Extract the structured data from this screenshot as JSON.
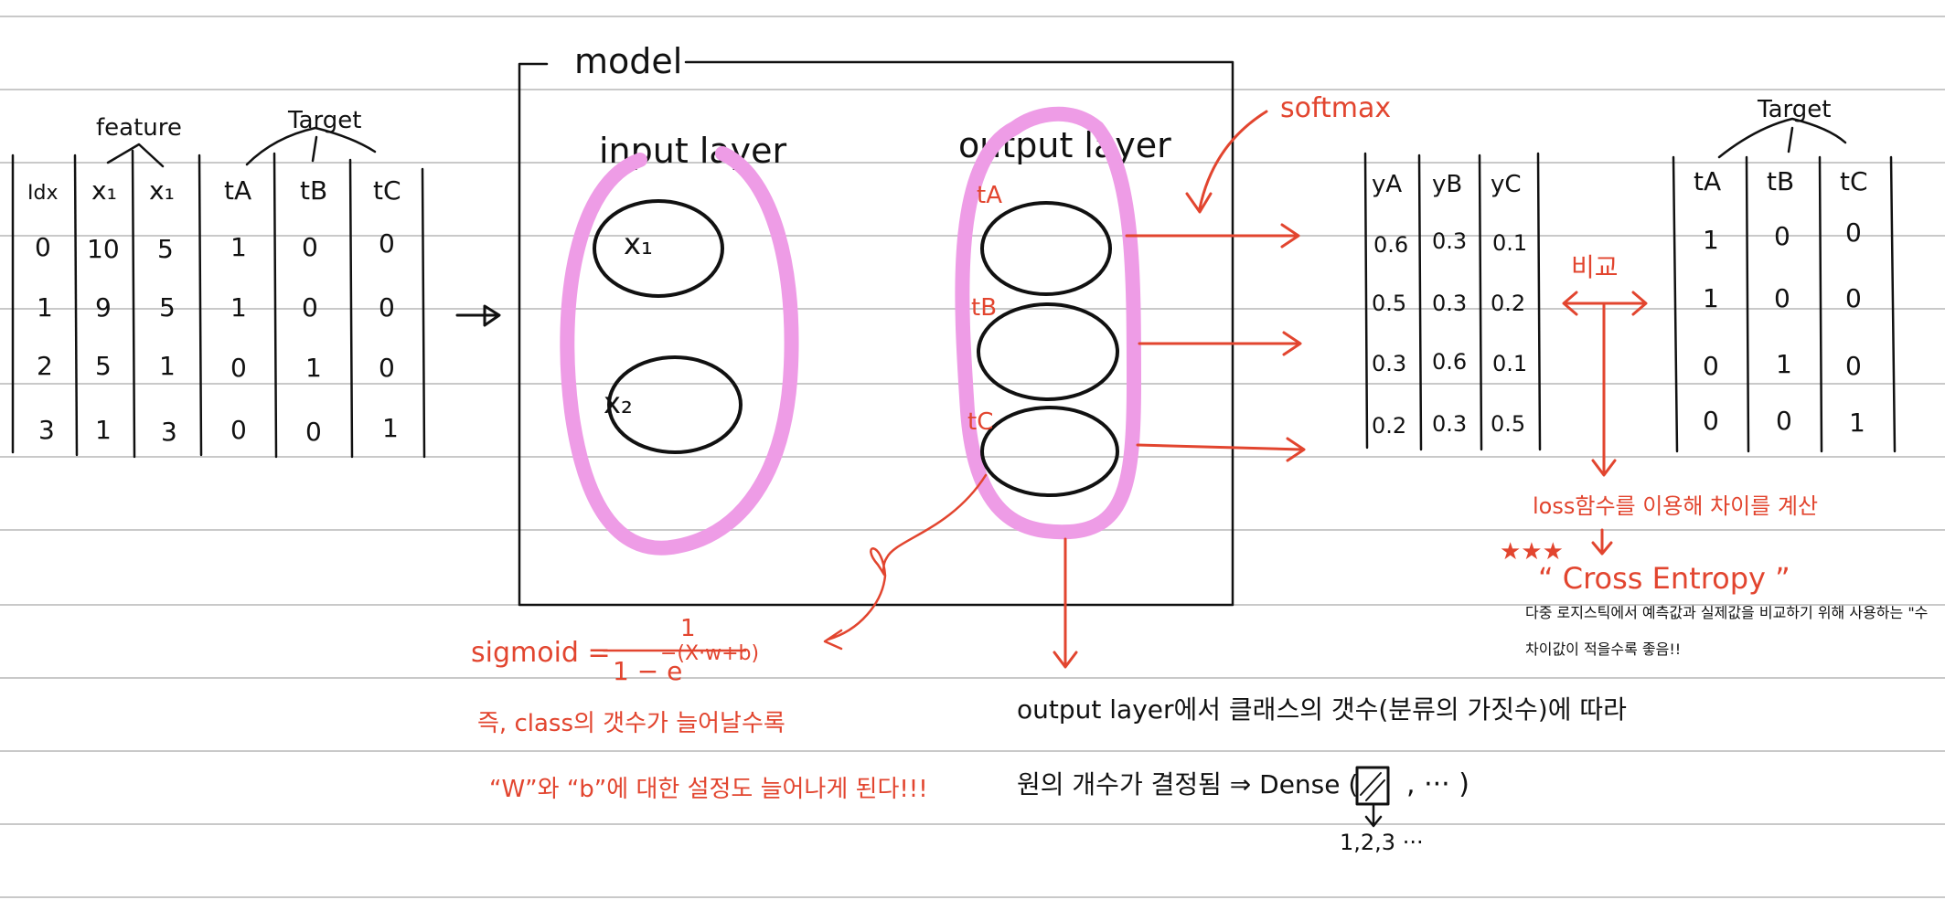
{
  "labels": {
    "feature": "feature",
    "target": "Target",
    "model": "model",
    "input_layer": "input layer",
    "output_layer": "output layer",
    "softmax": "softmax",
    "x1": "x₁",
    "x2": "x₂",
    "tA": "tA",
    "tB": "tB",
    "tC": "tC",
    "compare": "비교",
    "loss_note": "loss함수를 이용해 차이를 계산",
    "stars": "★★★",
    "cross_entropy": "“ Cross Entropy ”",
    "ce_desc_1": "다중 로지스틱에서 예측값과 실제값을 비교하기 위해 사용하는 \"수",
    "ce_desc_2": "차이값이 적을수록 좋음!!",
    "sigmoid_lhs": "sigmoid =",
    "sigmoid_num": "1",
    "sigmoid_den": "1 − e",
    "sigmoid_exp": "−(X·w+b)",
    "note_1": "즉, class의 갯수가 늘어날수록",
    "note_2": "“W”와  “b”에 대한 설정도 늘어나게 된다!!!",
    "out_note_1": "output layer에서  클래스의 갯수(분류의 가짓수)에 따라",
    "out_note_2": "원의 개수가 결정됨  ⇒  Dense (",
    "dense_tail": ", ··· )",
    "dense_values": "1,2,3 ···"
  },
  "left_table": {
    "headers": [
      "Idx",
      "x₁",
      "x₁",
      "tA",
      "tB",
      "tC"
    ],
    "rows": [
      [
        "0",
        "10",
        "5",
        "1",
        "0",
        "0"
      ],
      [
        "1",
        "9",
        "5",
        "1",
        "0",
        "0"
      ],
      [
        "2",
        "5",
        "1",
        "0",
        "1",
        "0"
      ],
      [
        "3",
        "1",
        "3",
        "0",
        "0",
        "1"
      ]
    ]
  },
  "pred_table": {
    "headers": [
      "yA",
      "yB",
      "yC"
    ],
    "rows": [
      [
        "0.6",
        "0.3",
        "0.1"
      ],
      [
        "0.5",
        "0.3",
        "0.2"
      ],
      [
        "0.3",
        "0.6",
        "0.1"
      ],
      [
        "0.2",
        "0.3",
        "0.5"
      ]
    ]
  },
  "target_table": {
    "headers": [
      "tA",
      "tB",
      "tC"
    ],
    "rows": [
      [
        "1",
        "0",
        "0"
      ],
      [
        "1",
        "0",
        "0"
      ],
      [
        "0",
        "1",
        "0"
      ],
      [
        "0",
        "0",
        "1"
      ]
    ]
  },
  "colors": {
    "ink": "#111111",
    "annotation_red": "#e2452f",
    "highlight_pink": "#ee9ce6",
    "rule_gray": "#c9c9c9"
  }
}
